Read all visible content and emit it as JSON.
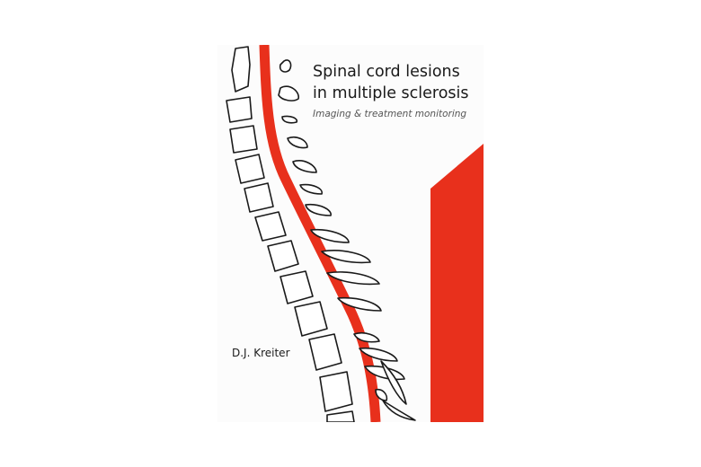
{
  "cover": {
    "title_line1": "Spinal cord lesions",
    "title_line2": "in multiple sclerosis",
    "subtitle": "Imaging & treatment monitoring",
    "author": "D.J. Kreiter"
  },
  "colors": {
    "accent_red": "#e8301c",
    "outline": "#1a1a1a",
    "text": "#1a1a1a",
    "subtitle": "#555555",
    "cover_background": "#fcfcfc"
  },
  "icons": {
    "spine": "spine-illustration-icon",
    "spinal_cord": "spinal-cord-icon",
    "red_block": "red-block-icon"
  }
}
